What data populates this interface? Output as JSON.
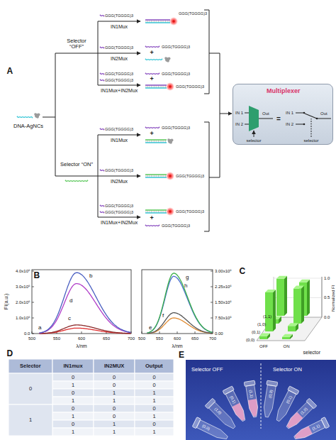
{
  "diagram": {
    "nodes": [
      {
        "text": [
          "Multiplexer",
          "IN 1",
          "IN 2",
          "Out",
          "selector",
          "=",
          "IN 1",
          "IN 2",
          "Out",
          "selector"
        ]
      }
    ],
    "labels": [
      "A",
      "DNA-AgNCs",
      "Selector “OFF”",
      "Selector “ON”",
      "GGG(TGGGG)3",
      "IN1Mux",
      "GGG(TGGGG)3",
      "IN2Mux",
      "GGG(TGGGG)3",
      "GGG(TGGGG)3",
      "IN1Mux+IN2Mux",
      "GGG(TGGGG)3",
      "GGG(TGGGG)3",
      "+",
      "GGG(TGGGG)3",
      "+",
      "GGG(TGGGG)3",
      "GGG(TGGGG)3",
      "IN1Mux",
      "GGG(TGGGG)3",
      "IN2Mux",
      "GGG(TGGGG)3",
      "GGG(TGGGG)3",
      "IN1Mux+IN2Mux",
      "GGG(TGGGG)3",
      "+",
      "GGG(TGGGG)3",
      "GGG(TGGGG)3",
      "+",
      "GGG(TGGGG)3",
      "B",
      "FI(a.u.)",
      "4.0x10⁶",
      "3.0x10⁶",
      "2.0x10⁶",
      "1.0x10⁶",
      "0.0",
      "500",
      "550",
      "600",
      "650",
      "700",
      "λ/nm",
      "b",
      "d",
      "c",
      "a",
      "3.00x10⁶",
      "2.25x10⁶",
      "1.50x10⁶",
      "7.50x10⁵",
      "0.00",
      "500",
      "550",
      "600",
      "650",
      "700",
      "λ/nm",
      "g",
      "h",
      "f",
      "e",
      "C",
      "(1,1)",
      "(1,0)",
      "(0,1)",
      "(0,0)",
      "OFF",
      "ON",
      "selector",
      "Normalized FI",
      "1.0",
      "0.5",
      "0.0",
      "D",
      "Selector",
      "IN1mux",
      "IN2MUX",
      "Output",
      "0",
      "0",
      "0",
      "0",
      "1",
      "0",
      "0",
      "0",
      "1",
      "1",
      "1",
      "1",
      "1",
      "1",
      "0",
      "0",
      "0",
      "1",
      "0",
      "1",
      "0",
      "1",
      "0",
      "1",
      "1",
      "1",
      "E",
      "Selector OFF",
      "Selector ON",
      "(0,0)",
      "(1,0)",
      "(0,1)",
      "(1,1)",
      "(0,0)",
      "(0,1)",
      "(1,0)",
      "(1,1)"
    ]
  }
}
